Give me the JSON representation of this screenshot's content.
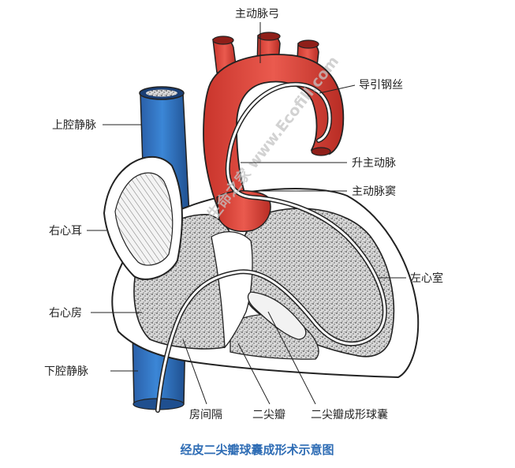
{
  "labels": {
    "aortic_arch": "主动脉弓",
    "guide_wire": "导引钢丝",
    "superior_vena_cava": "上腔静脉",
    "ascending_aorta": "升主动脉",
    "aortic_sinus": "主动脉窦",
    "right_auricle": "右心耳",
    "left_ventricle": "左心室",
    "right_atrium": "右心房",
    "inferior_vena_cava": "下腔静脉",
    "atrial_septum": "房间隔",
    "mitral_valve": "二尖瓣",
    "balloon": "二尖瓣成形球囊"
  },
  "caption": "经皮二尖瓣球囊成形术示意图",
  "watermark": "生命之家 www.Ecofill.com",
  "colors": {
    "aorta": "#e1463c",
    "aorta_dark": "#b52a22",
    "vena_cava": "#2d6fc0",
    "vena_cava_dark": "#1c4f8f",
    "caption": "#2f6db5",
    "line": "#222222",
    "stipple": "#555555",
    "watermark": "#b7b7b7"
  }
}
